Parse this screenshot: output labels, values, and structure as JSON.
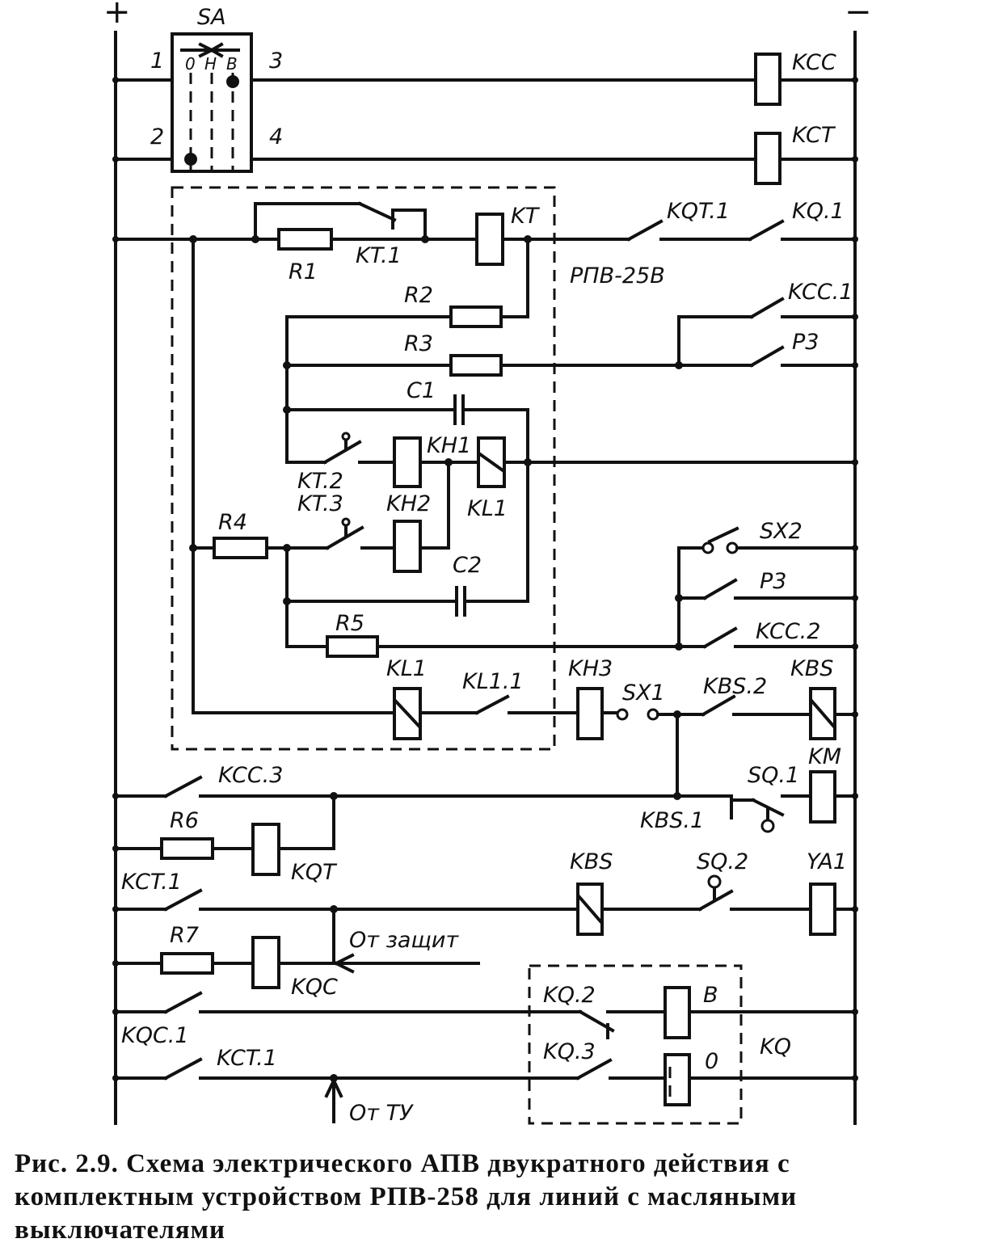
{
  "labels": {
    "plus": "+",
    "minus": "−",
    "SA": "SA",
    "sa1": "1",
    "sa2": "2",
    "sa3": "3",
    "sa4": "4",
    "sa_O": "0",
    "sa_H": "Н",
    "sa_B": "В",
    "KCC": "KCC",
    "KCT": "KCT",
    "KT": "KT",
    "KQT1": "KQT.1",
    "KQ1": "KQ.1",
    "R1": "R1",
    "KT1": "KT.1",
    "RPV": "РПВ-25В",
    "R2": "R2",
    "KCC1": "KCC.1",
    "R3": "R3",
    "P3a": "P3",
    "C1": "C1",
    "KH1": "KH1",
    "KT2": "KT.2",
    "KT3": "KT.3",
    "KH2": "KH2",
    "KL1a": "KL1",
    "R4": "R4",
    "SX2": "SX2",
    "C2": "C2",
    "P3b": "P3",
    "R5": "R5",
    "KCC2": "KCC.2",
    "KL1b": "KL1",
    "KL11": "KL1.1",
    "KH3": "KH3",
    "SX1": "SX1",
    "KBS2": "KBS.2",
    "KBSa": "KBS",
    "KCC3": "KCC.3",
    "SQ1": "SQ.1",
    "KM": "KM",
    "KBS1": "KBS.1",
    "R6": "R6",
    "KQT": "KQT",
    "KCT1a": "KCT.1",
    "KBSb": "KBS",
    "SQ2": "SQ.2",
    "YA1": "YA1",
    "R7": "R7",
    "ot_zashchit": "От защит",
    "KQC": "KQC",
    "KQ2": "KQ.2",
    "B": "B",
    "KQC1": "KQC.1",
    "KQ3": "KQ.3",
    "O": "0",
    "KQ": "KQ",
    "KCT1b": "KCT.1",
    "ot_TU": "От ТУ"
  },
  "caption": "Рис. 2.9. Схема электрического АПВ двукратного действия с комплектным устройством РПВ-258 для линий с масляными выключателями"
}
